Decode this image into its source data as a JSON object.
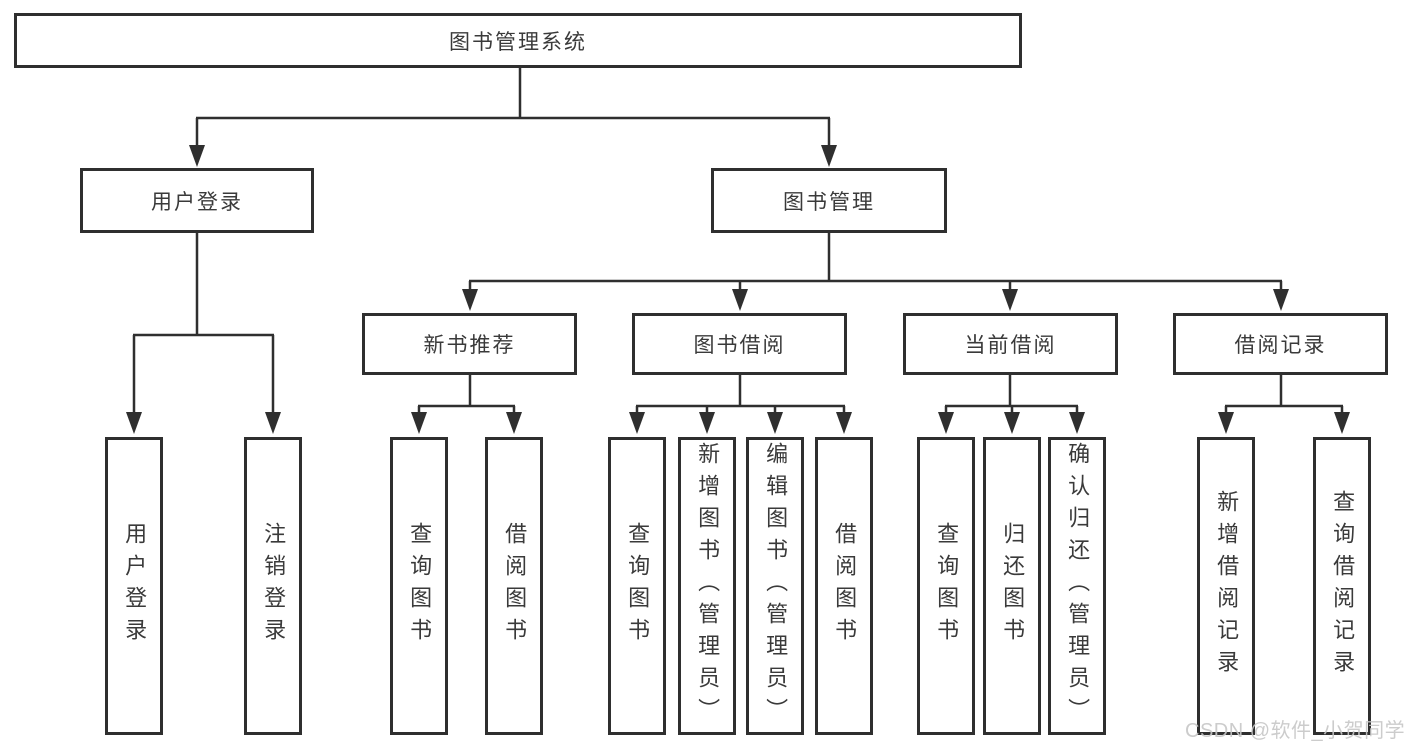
{
  "tree": {
    "label": "图书管理系统",
    "children": [
      {
        "label": "用户登录",
        "children": [
          {
            "label": "用户登录"
          },
          {
            "label": "注销登录"
          }
        ]
      },
      {
        "label": "图书管理",
        "children": [
          {
            "label": "新书推荐",
            "children": [
              {
                "label": "查询图书"
              },
              {
                "label": "借阅图书"
              }
            ]
          },
          {
            "label": "图书借阅",
            "children": [
              {
                "label": "查询图书"
              },
              {
                "label": "新增图书（管理员）"
              },
              {
                "label": "编辑图书（管理员）"
              },
              {
                "label": "借阅图书"
              }
            ]
          },
          {
            "label": "当前借阅",
            "children": [
              {
                "label": "查询图书"
              },
              {
                "label": "归还图书"
              },
              {
                "label": "确认归还（管理员）"
              }
            ]
          },
          {
            "label": "借阅记录",
            "children": [
              {
                "label": "新增借阅记录"
              },
              {
                "label": "查询借阅记录"
              }
            ]
          }
        ]
      }
    ]
  },
  "watermark": {
    "text": "CSDN @软件_小贺同学"
  },
  "colors": {
    "line": "#2f2f2f",
    "box_border": "#2f2f2f",
    "text": "#3a3a3a",
    "watermark": "#c7c7c7",
    "background": "#ffffff"
  }
}
